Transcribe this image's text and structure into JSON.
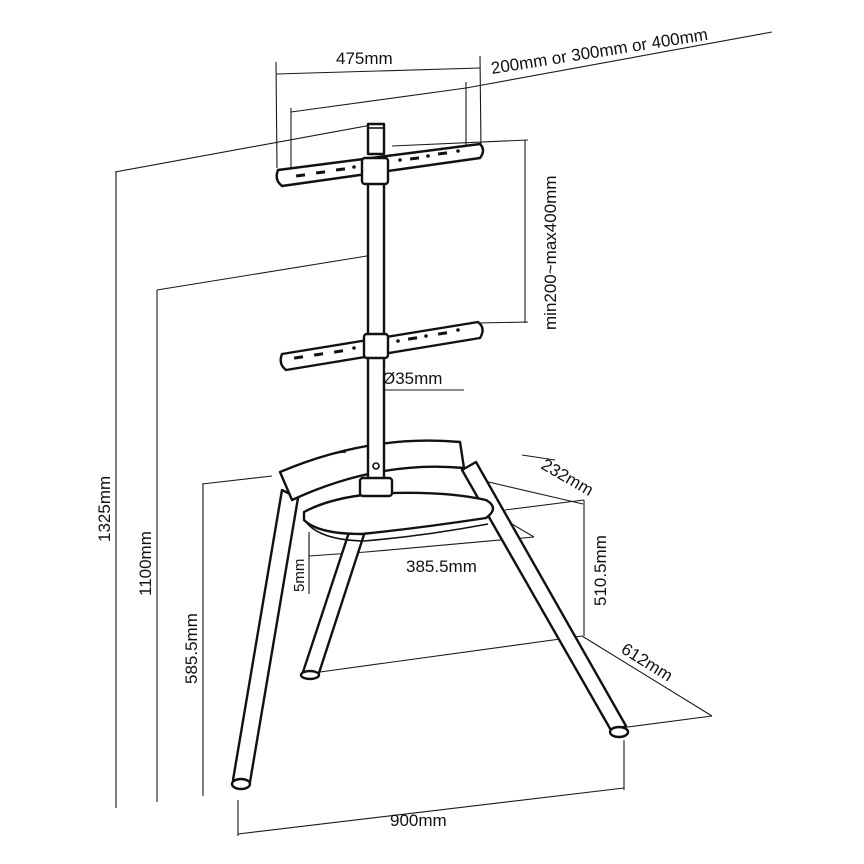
{
  "dimensions": {
    "bracket_width": "475mm",
    "vesa": "200mm or 300mm or 400mm",
    "bracket_spacing": "min200~max400mm",
    "pole_diameter": "Ø35mm",
    "total_height": "1325mm",
    "max_mount_height": "1100mm",
    "min_mount_height": "585.5mm",
    "shelf_depth": "232mm",
    "shelf_width": "385.5mm",
    "shelf_thickness": "5mm",
    "shelf_height": "510.5mm",
    "base_depth": "612mm",
    "base_width": "900mm"
  },
  "colors": {
    "line": "#111111",
    "background": "#ffffff"
  }
}
